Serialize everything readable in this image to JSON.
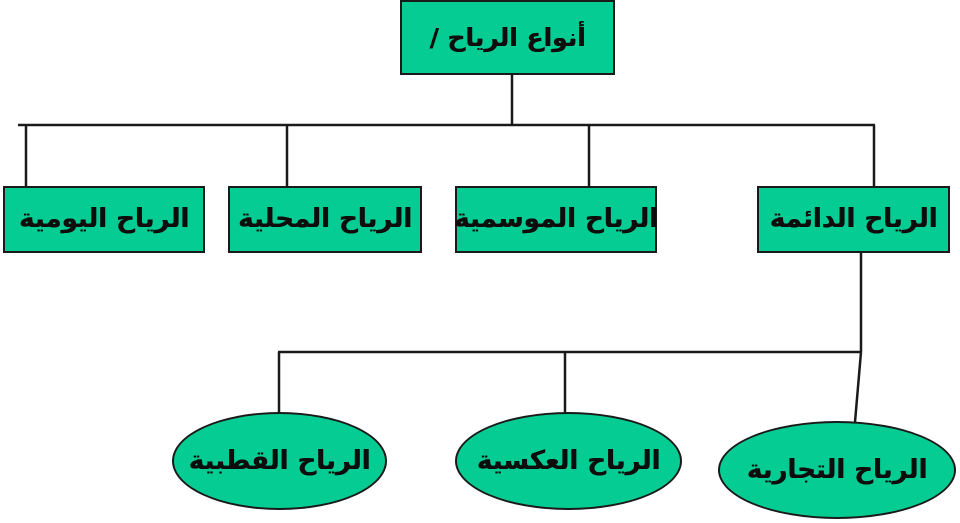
{
  "diagram": {
    "title_label": "أنواع الرياح /",
    "fill_color": "#05CC92",
    "stroke_color": "#1a1a1a",
    "text_color": "#0d0d0d",
    "background_color": "#ffffff",
    "root": {
      "label": "أنواع الرياح /"
    },
    "level2": [
      {
        "label": "الرياح اليومية"
      },
      {
        "label": "الرياح المحلية"
      },
      {
        "label": "الرياح الموسمية"
      },
      {
        "label": "الرياح الدائمة"
      }
    ],
    "level3": [
      {
        "label": "الرياح القطبية"
      },
      {
        "label": "الرياح العكسية"
      },
      {
        "label": "الرياح التجارية"
      }
    ]
  }
}
